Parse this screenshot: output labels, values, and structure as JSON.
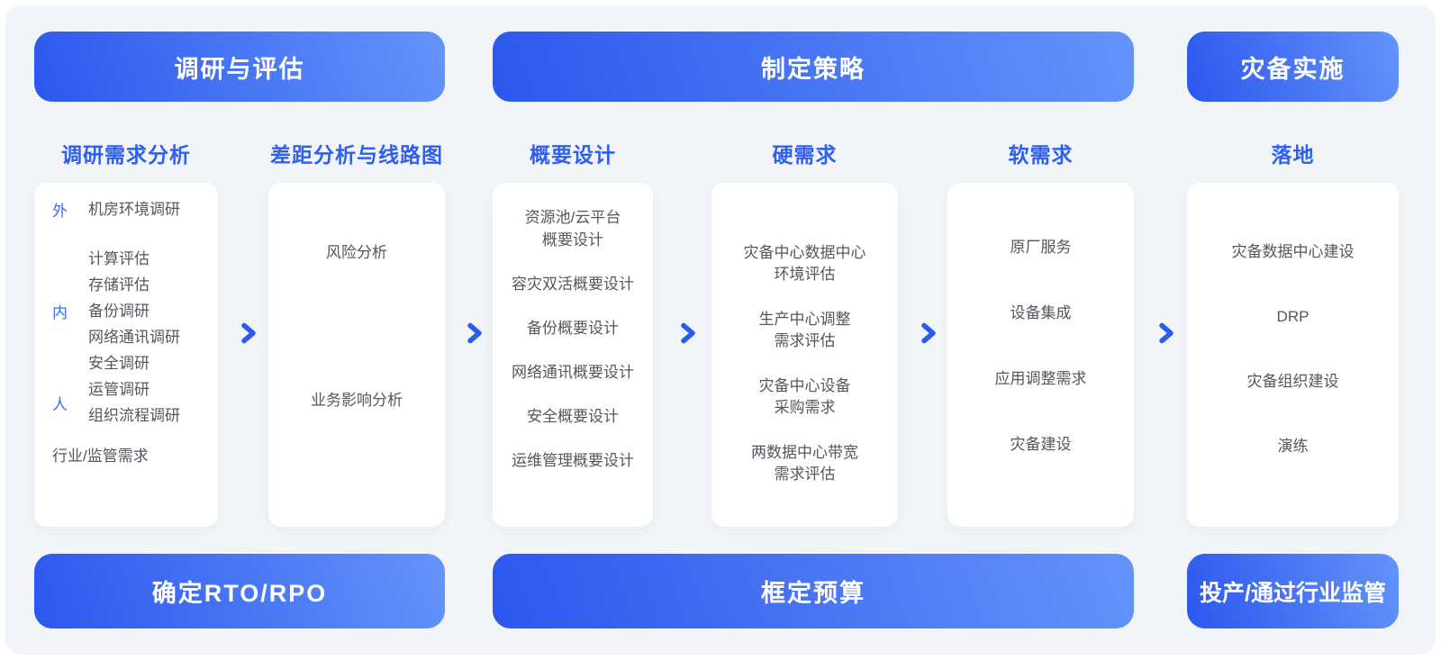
{
  "headers": [
    "调研与评估",
    "制定策略",
    "灾备实施"
  ],
  "footers": [
    "确定RTO/RPO",
    "框定预算",
    "投产/通过行业监管"
  ],
  "columns": [
    {
      "title": "调研需求分析",
      "groups": [
        {
          "label": "外",
          "items": [
            "机房环境调研"
          ]
        },
        {
          "label": "内",
          "items": [
            "计算评估",
            "存储评估",
            "备份调研",
            "网络通讯调研",
            "安全调研"
          ]
        },
        {
          "label": "人",
          "items": [
            "运管调研",
            "组织流程调研"
          ]
        }
      ],
      "extra_item": "行业/监管需求"
    },
    {
      "title": "差距分析与线路图",
      "items": [
        "风险分析",
        "业务影响分析"
      ]
    },
    {
      "title": "概要设计",
      "items": [
        "资源池/云平台\n概要设计",
        "容灾双活概要设计",
        "备份概要设计",
        "网络通讯概要设计",
        "安全概要设计",
        "运维管理概要设计"
      ]
    },
    {
      "title": "硬需求",
      "items": [
        "灾备中心数据中心\n环境评估",
        "生产中心调整\n需求评估",
        "灾备中心设备\n采购需求",
        "两数据中心带宽\n需求评估"
      ]
    },
    {
      "title": "软需求",
      "items": [
        "原厂服务",
        "设备集成",
        "应用调整需求",
        "灾备建设"
      ]
    },
    {
      "title": "落地",
      "items": [
        "灾备数据中心建设",
        "DRP",
        "灾备组织建设",
        "演练"
      ]
    }
  ],
  "icons": {
    "arrow": "right-arrow-icon"
  },
  "colors": {
    "panel_background": "#f1f5f9",
    "bar_gradient_start": "#2c57ee",
    "bar_gradient_end": "#6494fa",
    "column_title_blue": "#2e5ff2",
    "group_label_blue": "#3a6bfa",
    "body_text_gray": "#54575d",
    "arrow_blue_light": "#7aa2fa",
    "arrow_blue_dark": "#2b5af0"
  }
}
